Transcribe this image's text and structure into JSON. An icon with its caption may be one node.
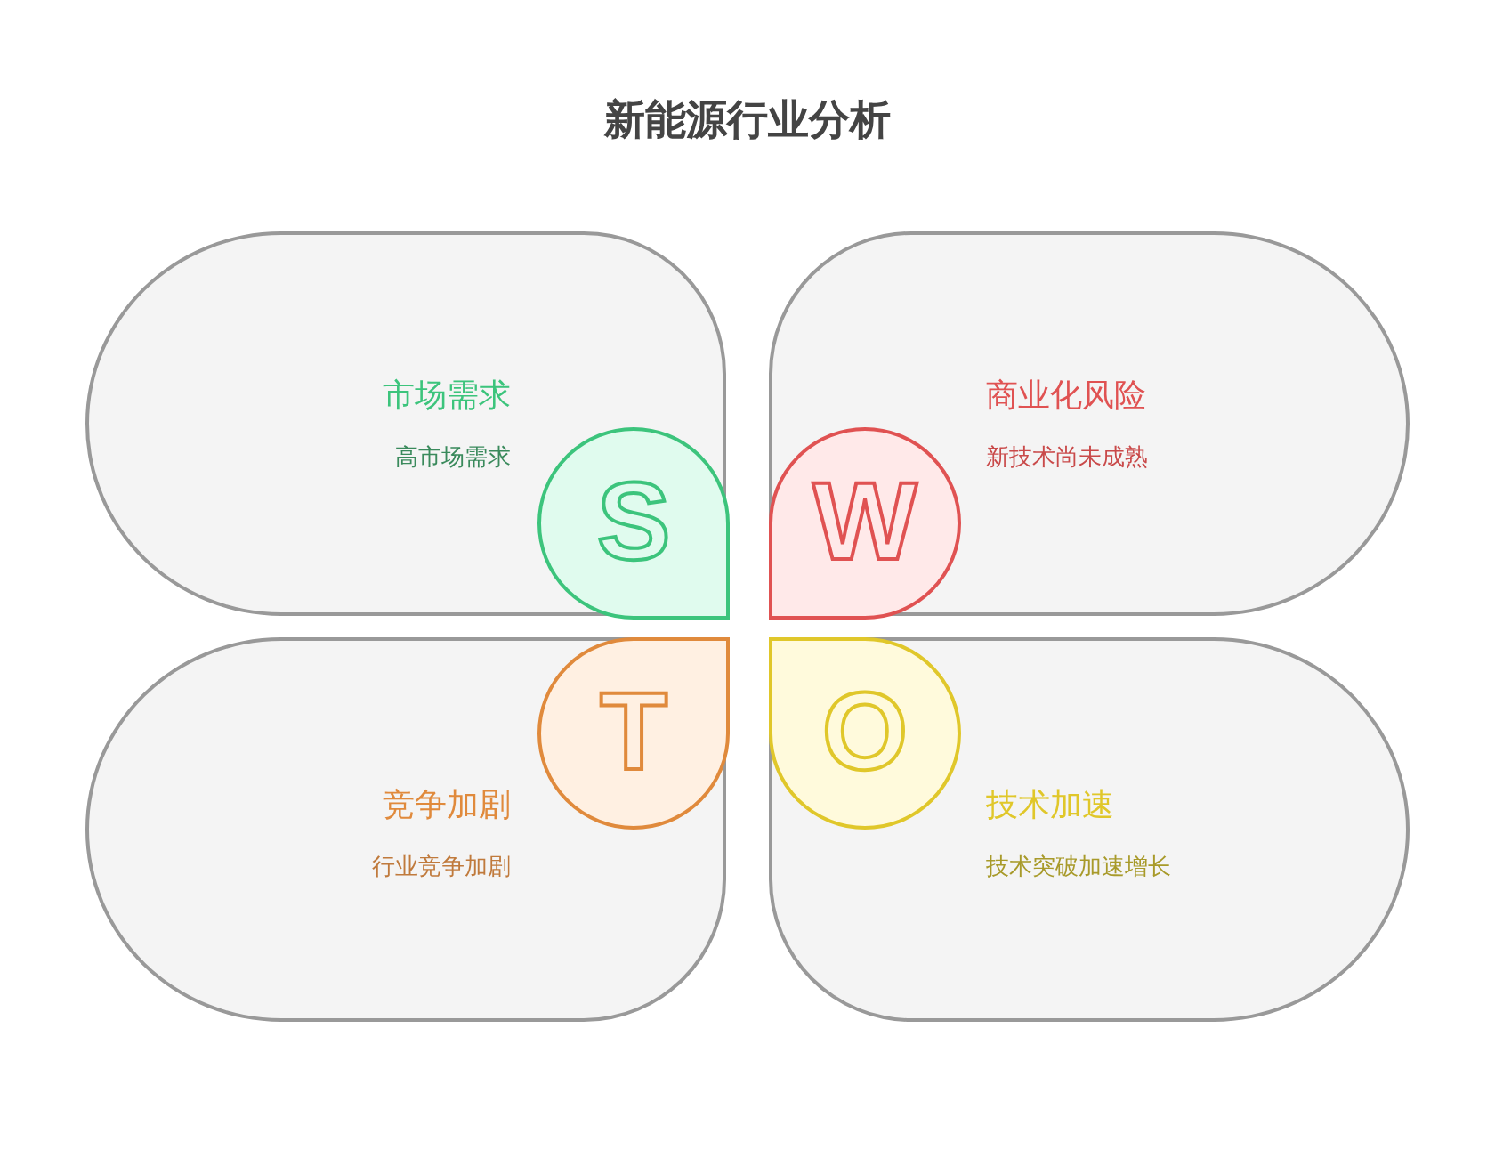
{
  "diagram": {
    "title": "新能源行业分析",
    "nodes": [
      {
        "text": [
          "市场需求",
          "高市场需求"
        ]
      },
      {
        "text": [
          "S"
        ],
        "in": 0
      },
      {
        "text": [
          "商业化风险",
          "新技术尚未成熟"
        ]
      },
      {
        "text": [
          "W"
        ],
        "in": 2
      },
      {
        "text": [
          "竞争加剧",
          "行业竞争加剧"
        ]
      },
      {
        "text": [
          "T"
        ],
        "in": 4
      },
      {
        "text": [
          "技术加速",
          "技术突破加速增长"
        ]
      },
      {
        "text": [
          "O"
        ],
        "in": 6
      }
    ],
    "edges": []
  }
}
